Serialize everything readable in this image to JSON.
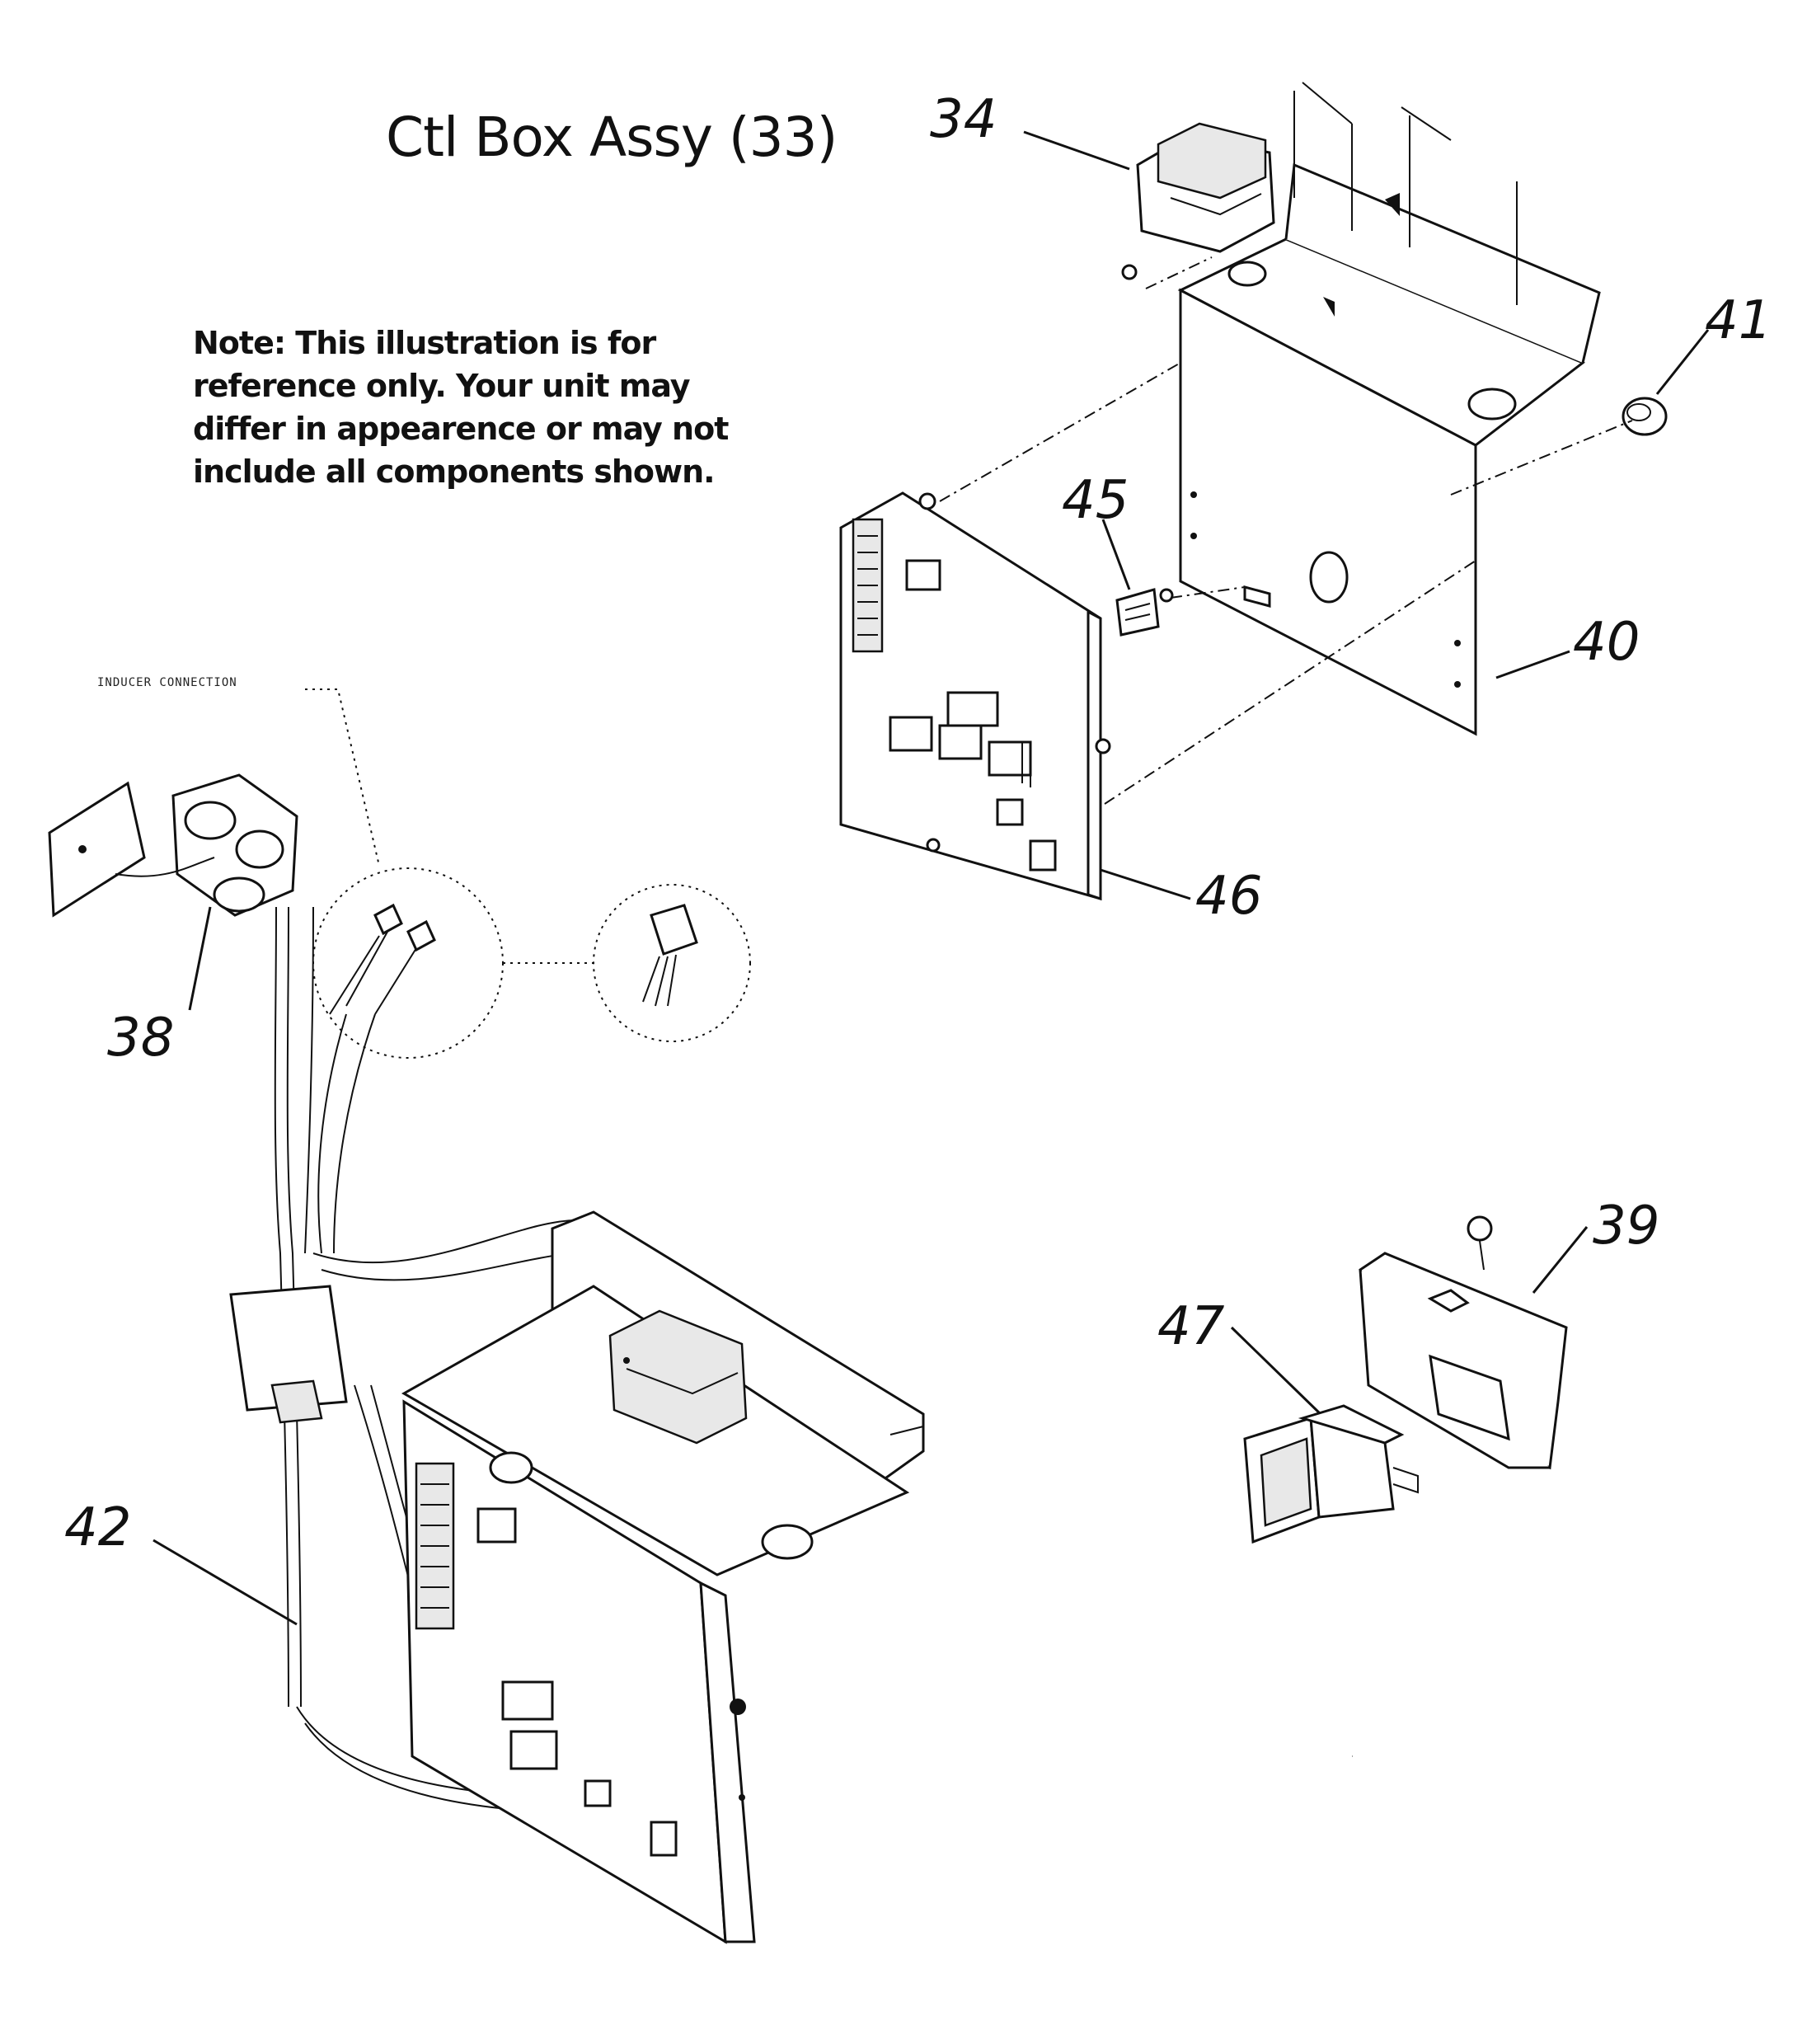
{
  "title": "Ctl Box Assy (33)",
  "note_lines": [
    "Note: This illustration is for",
    "reference only. Your unit may",
    "differ in appearence or may not",
    "include all components shown."
  ],
  "inducer_label": "INDUCER CONNECTION",
  "callouts": {
    "c34": "34",
    "c41": "41",
    "c45": "45",
    "c40": "40",
    "c46": "46",
    "c38": "38",
    "c39": "39",
    "c47": "47",
    "c42": "42"
  }
}
